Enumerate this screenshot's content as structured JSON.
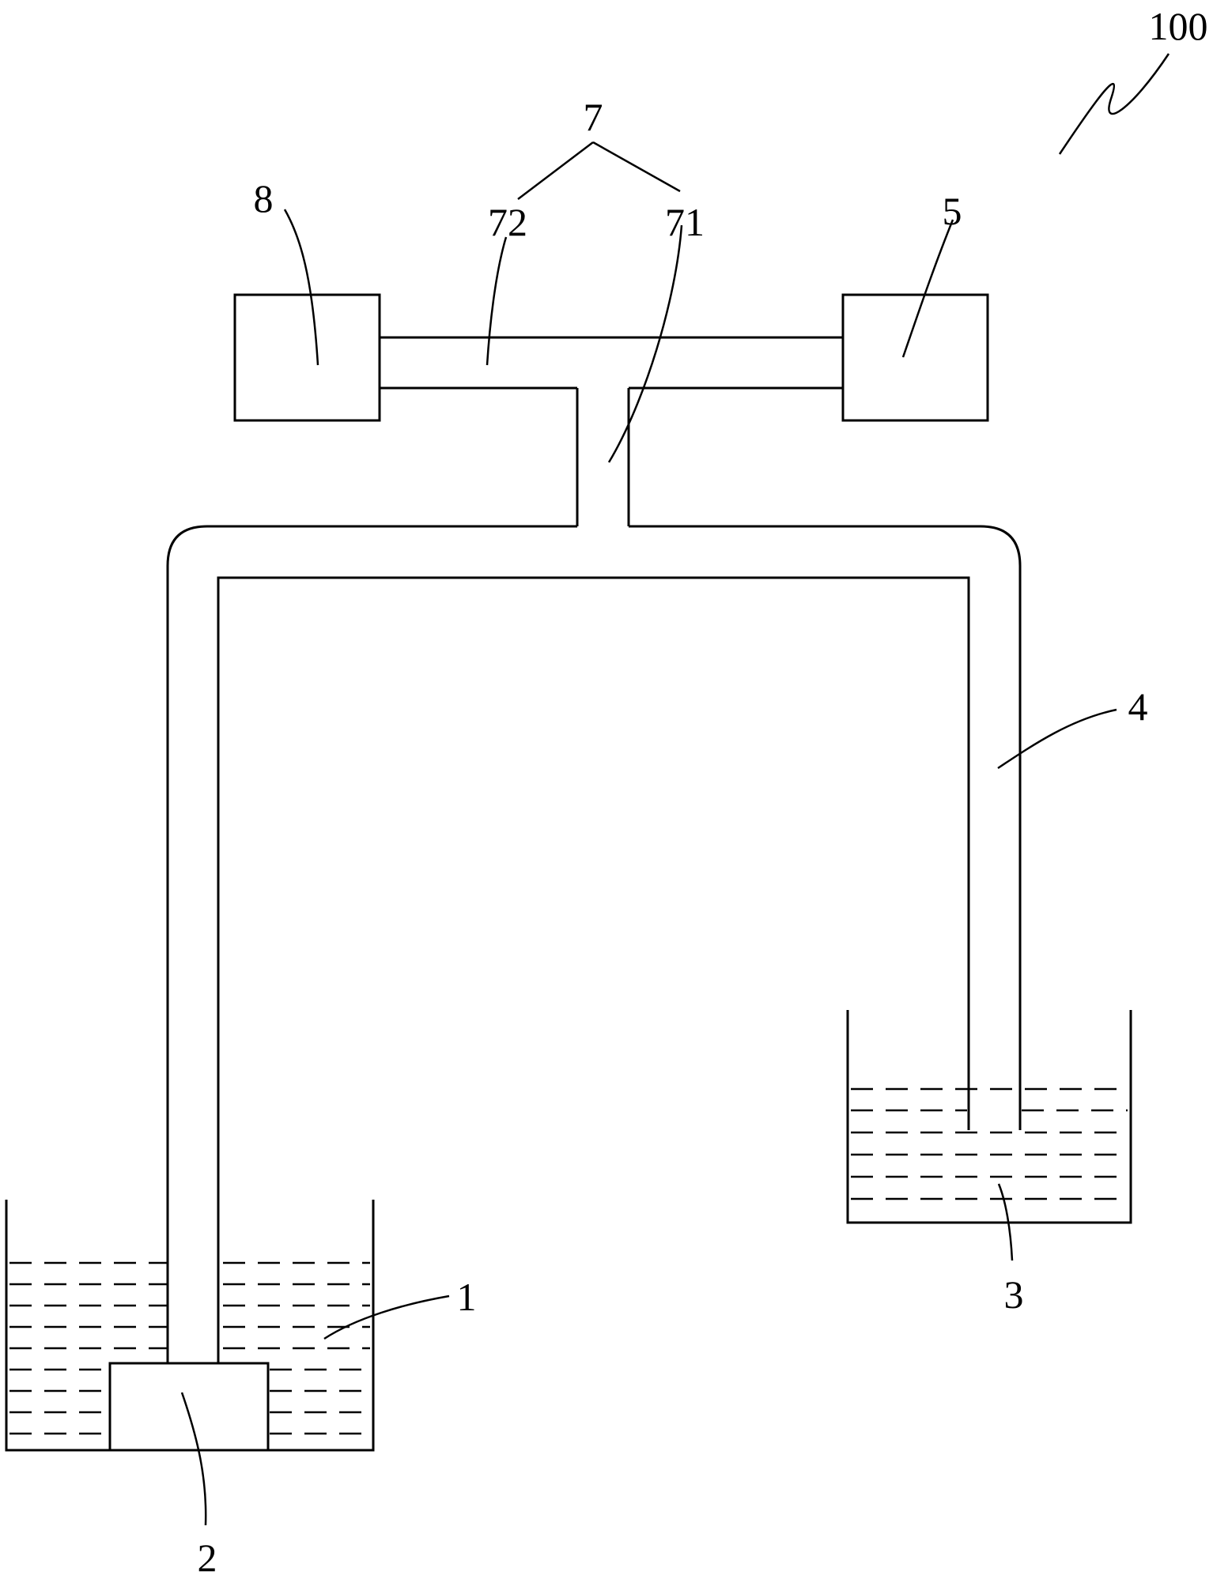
{
  "figure": {
    "reference_numeral": "100",
    "labels": {
      "reservoir_lower": "1",
      "pump": "2",
      "reservoir_upper": "3",
      "pipe": "4",
      "box_right": "5",
      "assembly": "7",
      "vertical_branch": "71",
      "horizontal_branch": "72",
      "box_left": "8"
    }
  }
}
